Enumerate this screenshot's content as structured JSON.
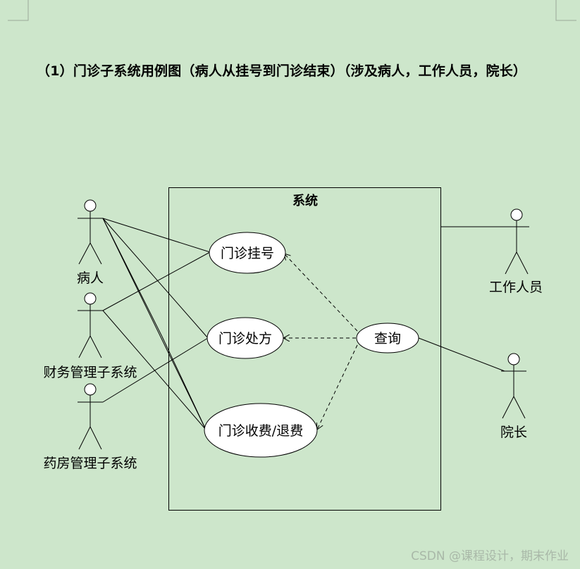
{
  "title": "（1）门诊子系统用例图（病人从挂号到门诊结束）（涉及病人，工作人员，院长）",
  "system_name": "系统",
  "actors": {
    "patient": "病人",
    "finance": "财务管理子系统",
    "pharmacy": "药房管理子系统",
    "staff": "工作人员",
    "dean": "院长"
  },
  "use_cases": {
    "registration": "门诊挂号",
    "prescription": "门诊处方",
    "charge_refund": "门诊收费/退费",
    "query": "查询"
  },
  "watermark": "CSDN @课程设计，期末作业"
}
